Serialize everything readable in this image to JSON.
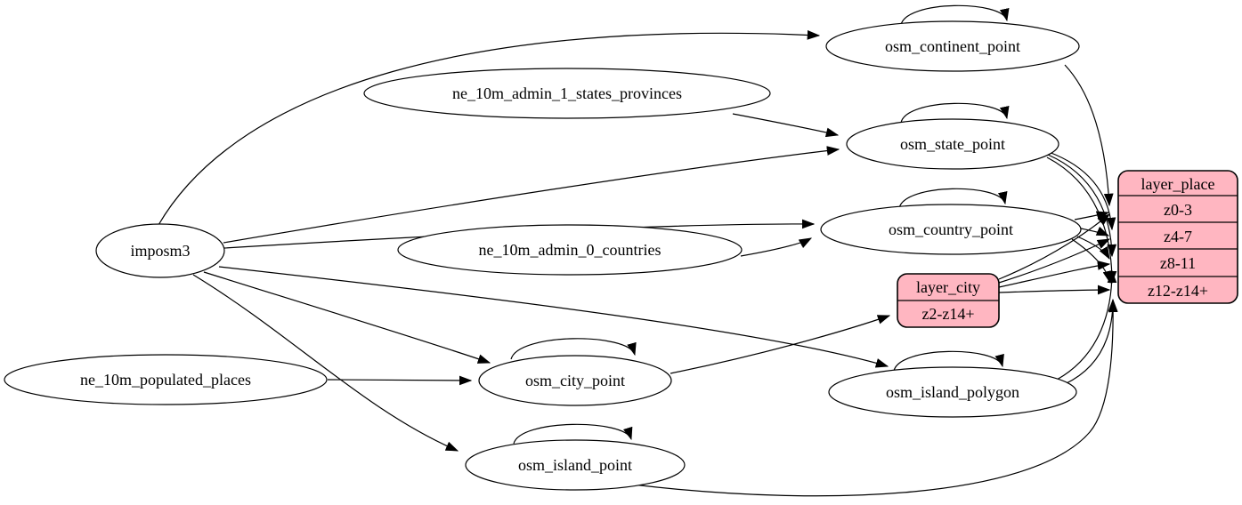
{
  "diagram": {
    "kind": "etl-dataflow-graph",
    "colors": {
      "record_fill": "#ffb6c1",
      "node_fill": "#ffffff",
      "stroke": "#000000",
      "background": "#ffffff"
    },
    "nodes": {
      "imposm3": "imposm3",
      "ne_admin1": "ne_10m_admin_1_states_provinces",
      "ne_admin0": "ne_10m_admin_0_countries",
      "ne_populated": "ne_10m_populated_places",
      "continent": "osm_continent_point",
      "state": "osm_state_point",
      "country": "osm_country_point",
      "city": "osm_city_point",
      "island_polygon": "osm_island_polygon",
      "island_point": "osm_island_point"
    },
    "records": {
      "layer_city": {
        "title": "layer_city",
        "rows": [
          "z2-z14+"
        ]
      },
      "layer_place": {
        "title": "layer_place",
        "rows": [
          "z0-3",
          "z4-7",
          "z8-11",
          "z12-z14+"
        ]
      }
    },
    "edges": [
      {
        "from": "imposm3",
        "to": "osm_continent_point"
      },
      {
        "from": "imposm3",
        "to": "osm_state_point"
      },
      {
        "from": "imposm3",
        "to": "osm_country_point"
      },
      {
        "from": "imposm3",
        "to": "osm_city_point"
      },
      {
        "from": "imposm3",
        "to": "osm_island_polygon"
      },
      {
        "from": "imposm3",
        "to": "osm_island_point"
      },
      {
        "from": "ne_10m_admin_1_states_provinces",
        "to": "osm_state_point"
      },
      {
        "from": "ne_10m_admin_0_countries",
        "to": "osm_country_point"
      },
      {
        "from": "ne_10m_populated_places",
        "to": "osm_city_point"
      },
      {
        "from": "osm_continent_point",
        "to": "osm_continent_point"
      },
      {
        "from": "osm_state_point",
        "to": "osm_state_point"
      },
      {
        "from": "osm_country_point",
        "to": "osm_country_point"
      },
      {
        "from": "osm_city_point",
        "to": "osm_city_point"
      },
      {
        "from": "osm_island_polygon",
        "to": "osm_island_polygon"
      },
      {
        "from": "osm_island_point",
        "to": "osm_island_point"
      },
      {
        "from": "osm_city_point",
        "to": "layer_city:z2-z14+"
      },
      {
        "from": "layer_city",
        "to": "layer_place:z0-3"
      },
      {
        "from": "layer_city",
        "to": "layer_place:z4-7"
      },
      {
        "from": "layer_city",
        "to": "layer_place:z8-11"
      },
      {
        "from": "layer_city",
        "to": "layer_place:z12-z14+"
      },
      {
        "from": "osm_continent_point",
        "to": "layer_place:z0-3"
      },
      {
        "from": "osm_state_point",
        "to": "layer_place:z4-7"
      },
      {
        "from": "osm_state_point",
        "to": "layer_place:z8-11"
      },
      {
        "from": "osm_state_point",
        "to": "layer_place:z12-z14+"
      },
      {
        "from": "osm_country_point",
        "to": "layer_place:z0-3"
      },
      {
        "from": "osm_country_point",
        "to": "layer_place:z4-7"
      },
      {
        "from": "osm_country_point",
        "to": "layer_place:z8-11"
      },
      {
        "from": "osm_country_point",
        "to": "layer_place:z12-z14+"
      },
      {
        "from": "osm_island_polygon",
        "to": "layer_place:z8-11"
      },
      {
        "from": "osm_island_polygon",
        "to": "layer_place:z12-z14+"
      },
      {
        "from": "osm_island_point",
        "to": "layer_place:z12-z14+"
      }
    ]
  }
}
